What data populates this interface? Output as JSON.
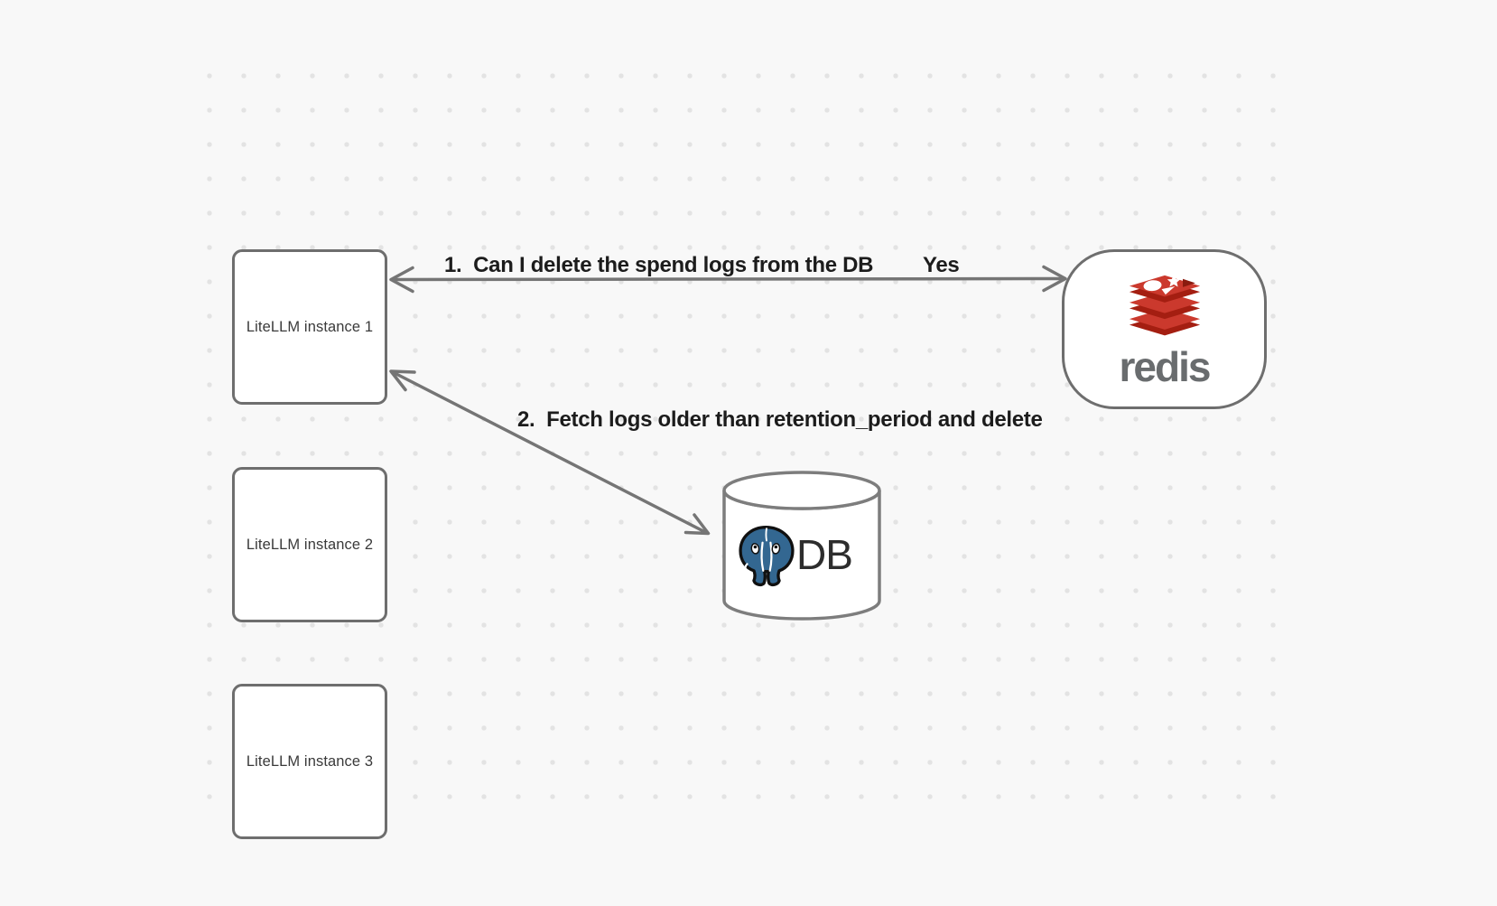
{
  "canvas": {
    "background_color": "#f8f8f8",
    "dot_color": "#e3e3e3",
    "stroke_color": "#6e6e6e",
    "arrow_color": "#757575"
  },
  "nodes": {
    "litellm_instances": [
      {
        "label": "LiteLLM instance 1"
      },
      {
        "label": "LiteLLM instance 2"
      },
      {
        "label": "LiteLLM instance 3"
      }
    ],
    "redis": {
      "label": "redis",
      "logo_icon": "redis-logo",
      "red": "#cb392d",
      "red_dark": "#a41e11",
      "wordmark_color": "#696c6e"
    },
    "db": {
      "label": "DB",
      "logo_icon": "postgresql-elephant-logo",
      "elephant_blue": "#336791",
      "text_color": "#2d2d2d"
    }
  },
  "arrows": [
    {
      "label": "1.  Can I delete the spend logs from the DB",
      "response_label": "Yes",
      "endpoints": "LiteLLM instance 1 ⇄ redis",
      "double_headed": true
    },
    {
      "label": "2.  Fetch logs older than retention_period and delete",
      "endpoints": "LiteLLM instance 1 ⇄ DB",
      "double_headed": true
    }
  ]
}
